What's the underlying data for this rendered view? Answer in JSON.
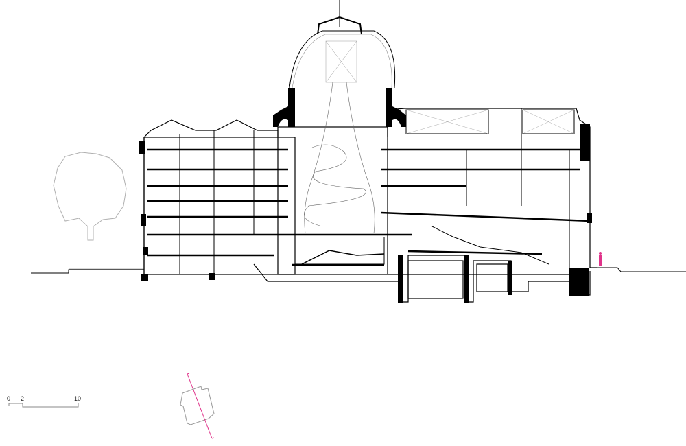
{
  "drawing": {
    "type": "architectural-section",
    "colors": {
      "line": "#000000",
      "thin_line": "#9a9a9a",
      "tree": "#b0b0b0",
      "section_marker": "#e0338a",
      "human_figure": "#e0338a"
    }
  },
  "scale_bar": {
    "labels": [
      "0",
      "2",
      "10"
    ]
  },
  "key_plan": {
    "section_line_color": "#e0338a"
  }
}
